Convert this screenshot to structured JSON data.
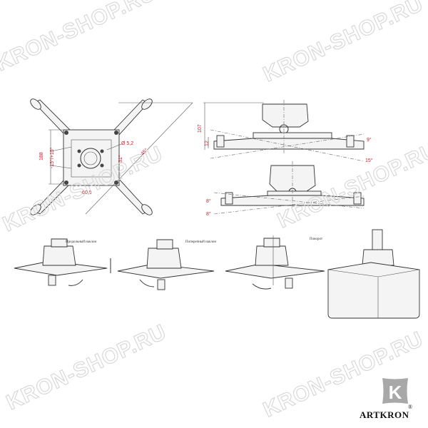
{
  "watermark": "KRON-SHOP.RU",
  "top_view": {
    "dim_height": "188",
    "dim_tilt": "-15°/+15°",
    "dim_hole": "Ø 5,2",
    "dim_inner": "31°",
    "dim_diag": "45°",
    "dim_bottom": "60,5"
  },
  "side_view_1": {
    "dim_height": "107",
    "dim_arm": "12",
    "angle_a": "9°",
    "angle_b": "15°"
  },
  "side_view_2": {
    "angle_a": "8°",
    "angle_b": "8°"
  },
  "steps": [
    {
      "caption": "Продольный наклон"
    },
    {
      "caption": "Поперечный наклон"
    },
    {
      "caption": "Поворот"
    }
  ],
  "logo": {
    "letter": "K",
    "brand": "ARTKRON",
    "reg": "®"
  },
  "colors": {
    "dimension": "#c8202a",
    "line": "#333333",
    "watermark": "#d6d6d6",
    "logo_plate": "#a8a8a8"
  }
}
